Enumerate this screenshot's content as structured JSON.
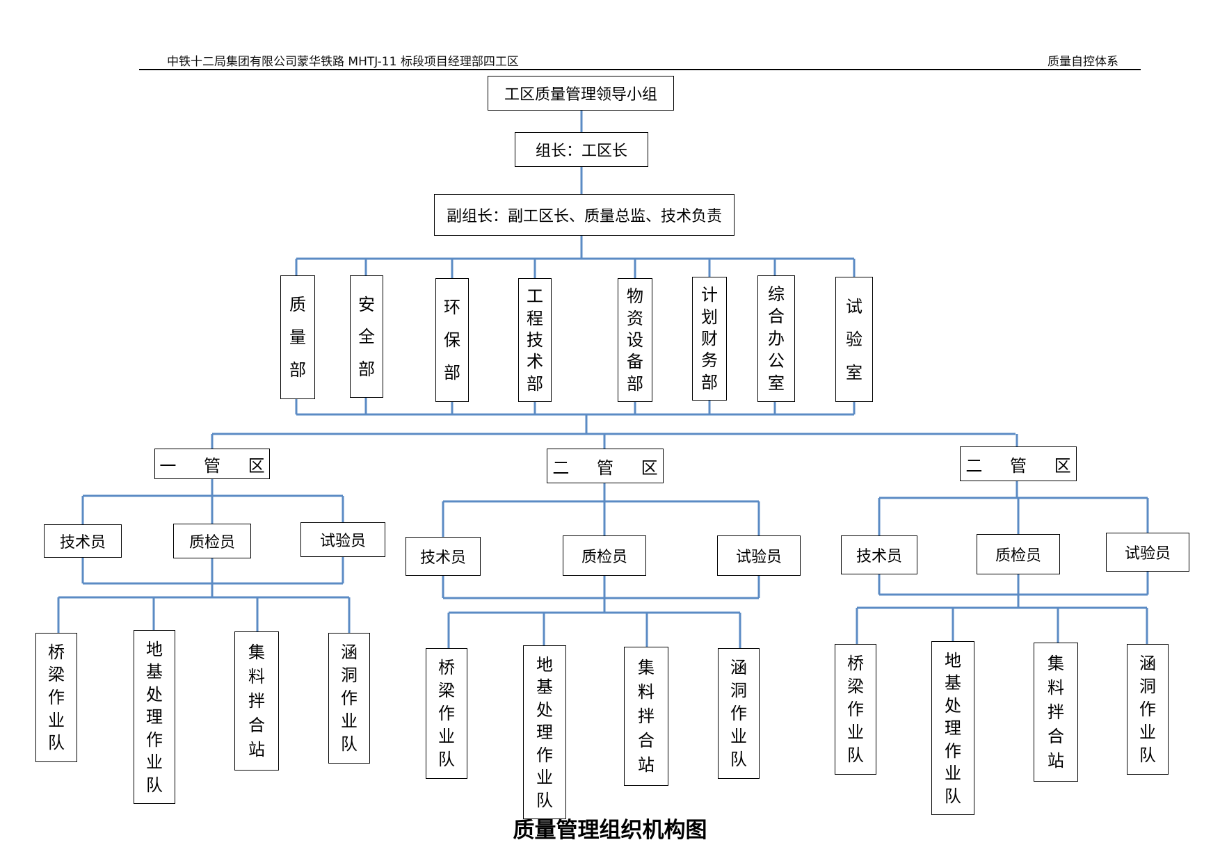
{
  "header": {
    "left": "中铁十二局集团有限公司蒙华铁路 MHTJ-11 标段项目经理部四工区",
    "right": "质量自控体系"
  },
  "colors": {
    "connector": "#5b8bc4",
    "border": "#000000"
  },
  "chart": {
    "leader": "工区质量管理领导小组",
    "head": "组长：工区长",
    "deputy": "副组长：副工区长、质量总监、技术负责",
    "departments": [
      "质量部",
      "安全部",
      "环保部",
      "工程技术部",
      "物资设备部",
      "计划财务部",
      "综合办公室",
      "试验室"
    ],
    "zones": [
      {
        "name": "一 管 区",
        "staff": [
          "技术员",
          "质检员",
          "试验员"
        ],
        "teams": [
          "桥梁作业队",
          "地基处理作业队",
          "集料拌合站",
          "涵洞作业队"
        ]
      },
      {
        "name": "二 管 区",
        "staff": [
          "技术员",
          "质检员",
          "试验员"
        ],
        "teams": [
          "桥梁作业队",
          "地基处理作业队",
          "集料拌合站",
          "涵洞作业队"
        ]
      },
      {
        "name": "二 管 区",
        "staff": [
          "技术员",
          "质检员",
          "试验员"
        ],
        "teams": [
          "桥梁作业队",
          "地基处理作业队",
          "集料拌合站",
          "涵洞作业队"
        ]
      }
    ]
  },
  "title": "质量管理组织机构图"
}
